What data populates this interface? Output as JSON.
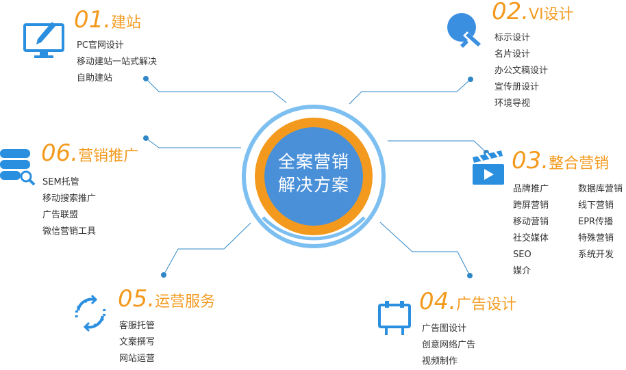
{
  "center": {
    "line1": "全案营销",
    "line2": "解决方案"
  },
  "sections": {
    "s01": {
      "num": "01.",
      "title": "建站",
      "icon": "monitor-pen-icon",
      "items": [
        "PC官网设计",
        "移动建站一站式解决",
        "自助建站"
      ]
    },
    "s02": {
      "num": "02.",
      "title": "VI设计",
      "icon": "palette-brush-icon",
      "items": [
        "标示设计",
        "名片设计",
        "办公文稿设计",
        "宣传册设计",
        "环境导视"
      ]
    },
    "s03": {
      "num": "03.",
      "title": "整合营销",
      "icon": "clapperboard-icon",
      "items_left": [
        "品牌推广",
        "跨屏营销",
        "移动营销",
        "社交媒体",
        "SEO",
        "媒介"
      ],
      "items_right": [
        "数据库营销",
        "线下营销",
        "EPR传播",
        "特殊营销",
        "系统开发"
      ]
    },
    "s04": {
      "num": "04.",
      "title": "广告设计",
      "icon": "billboard-icon",
      "items": [
        "广告图设计",
        "创意网络广告",
        "视频制作"
      ]
    },
    "s05": {
      "num": "05.",
      "title": "运营服务",
      "icon": "refresh-cycle-icon",
      "items": [
        "客服托管",
        "文案撰写",
        "网站运营"
      ]
    },
    "s06": {
      "num": "06.",
      "title": "营销推广",
      "icon": "database-search-icon",
      "items": [
        "SEM托管",
        "移动搜索推广",
        "广告联盟",
        "微信营销工具"
      ]
    }
  },
  "colors": {
    "orange": "#f39a1e",
    "blue": "#4a90d9",
    "light_blue": "#8cc6f2",
    "line": "#2f87c7"
  }
}
